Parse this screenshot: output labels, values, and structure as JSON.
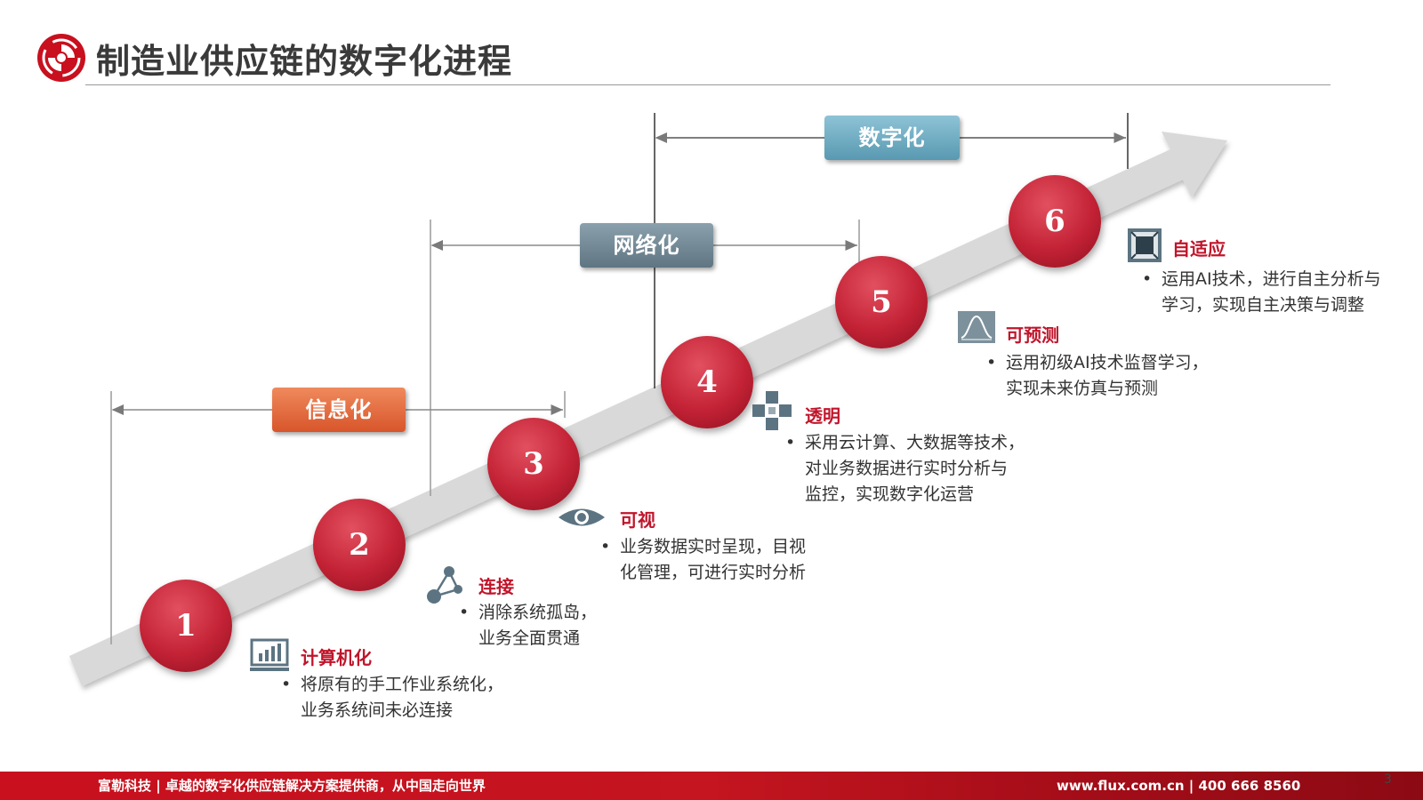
{
  "header": {
    "title": "制造业供应链的数字化进程"
  },
  "phases": [
    {
      "label": "信息化"
    },
    {
      "label": "网络化"
    },
    {
      "label": "数字化"
    }
  ],
  "steps": [
    {
      "number": "1",
      "icon": "monitor-chart-icon",
      "title": "计算机化",
      "desc": [
        "将原有的手工作业系统化，",
        "业务系统间未必连接"
      ]
    },
    {
      "number": "2",
      "icon": "network-nodes-icon",
      "title": "连接",
      "desc": [
        "消除系统孤岛，",
        "业务全面贯通"
      ]
    },
    {
      "number": "3",
      "icon": "eye-icon",
      "title": "可视",
      "desc": [
        "业务数据实时呈现，目视",
        "化管理，可进行实时分析"
      ]
    },
    {
      "number": "4",
      "icon": "transparency-blocks-icon",
      "title": "透明",
      "desc": [
        "采用云计算、大数据等技术，",
        "对业务数据进行实时分析与",
        "监控，实现数字化运营"
      ]
    },
    {
      "number": "5",
      "icon": "forecast-curve-icon",
      "title": "可预测",
      "desc": [
        "运用初级AI技术监督学习，",
        "实现未来仿真与预测"
      ]
    },
    {
      "number": "6",
      "icon": "chip-icon",
      "title": "自适应",
      "desc": [
        "运用AI技术，进行自主分析与",
        "学习，实现自主决策与调整"
      ]
    }
  ],
  "footer": {
    "left": "富勒科技 | 卓越的数字化供应链解决方案提供商，从中国走向世界",
    "right": "www.flux.com.cn | 400 666 8560",
    "page": "3"
  },
  "colors": {
    "accent_red": "#c0152b",
    "footer_red": "#c8101e"
  }
}
